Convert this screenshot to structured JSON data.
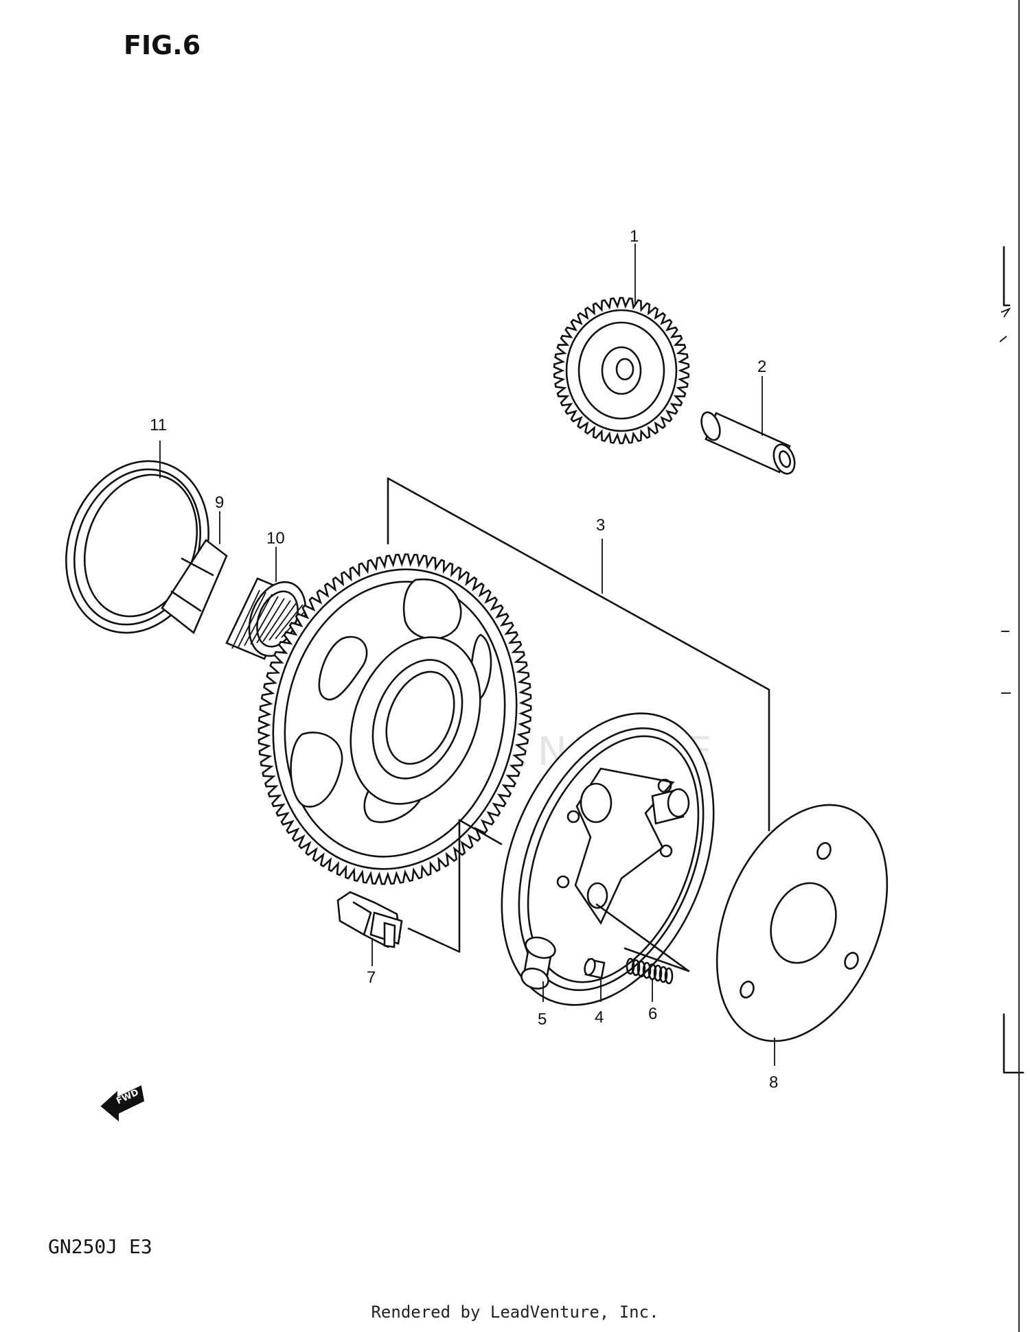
{
  "figure": {
    "title": "FIG.6",
    "model": "GN250J E3",
    "footer": "Rendered by LeadVenture, Inc.",
    "watermark": "LEADVENTURE",
    "fwd_label": "FWD"
  },
  "parts": [
    {
      "ref": "1",
      "name": "gear-1"
    },
    {
      "ref": "2",
      "name": "shaft-2"
    },
    {
      "ref": "3",
      "name": "starter-clutch-assembly-3"
    },
    {
      "ref": "4",
      "name": "pin-4"
    },
    {
      "ref": "5",
      "name": "roller-5"
    },
    {
      "ref": "6",
      "name": "spring-6"
    },
    {
      "ref": "7",
      "name": "bolt-7"
    },
    {
      "ref": "8",
      "name": "plate-8"
    },
    {
      "ref": "9",
      "name": "washer-9"
    },
    {
      "ref": "10",
      "name": "needle-bearing-10"
    },
    {
      "ref": "11",
      "name": "seal-11"
    }
  ]
}
